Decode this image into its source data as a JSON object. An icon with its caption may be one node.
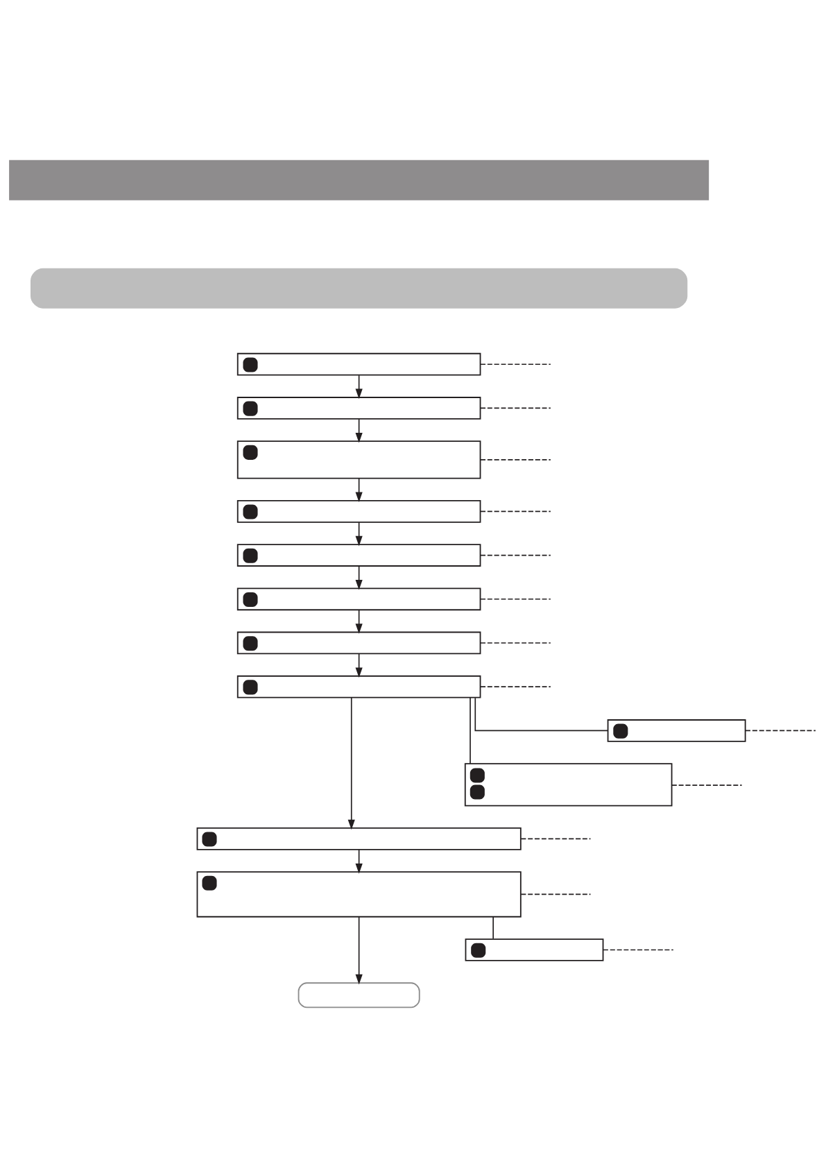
{
  "diagram": {
    "nodes": [
      {
        "text": [],
        "shape": "bar"
      },
      {
        "text": [],
        "shape": "bar"
      },
      {
        "text": [],
        "shape": "box"
      },
      {
        "text": [],
        "shape": "box"
      },
      {
        "text": [],
        "shape": "box"
      },
      {
        "text": [],
        "shape": "box"
      },
      {
        "text": [],
        "shape": "box"
      },
      {
        "text": [],
        "shape": "box"
      },
      {
        "text": [],
        "shape": "box"
      },
      {
        "text": [],
        "shape": "box"
      },
      {
        "text": [],
        "shape": "box"
      },
      {
        "text": [],
        "shape": "box"
      },
      {
        "text": [],
        "shape": "box"
      },
      {
        "text": [],
        "shape": "box"
      },
      {
        "text": [],
        "shape": "box"
      },
      {
        "text": [],
        "shape": "box"
      }
    ],
    "edges": [
      {
        "from": 2,
        "to": 3,
        "arrow": "to"
      },
      {
        "from": 3,
        "to": 4,
        "arrow": "to"
      },
      {
        "from": 4,
        "to": 5,
        "arrow": "to"
      },
      {
        "from": 5,
        "to": 6,
        "arrow": "to"
      },
      {
        "from": 6,
        "to": 7,
        "arrow": "to"
      },
      {
        "from": 7,
        "to": 8,
        "arrow": "to"
      },
      {
        "from": 8,
        "to": 9,
        "arrow": "to"
      },
      {
        "from": 9,
        "to": 12,
        "arrow": "to"
      },
      {
        "from": 9,
        "to": 11,
        "arrow": "none"
      },
      {
        "from": 9,
        "to": 10,
        "arrow": "none"
      },
      {
        "from": 12,
        "to": 13,
        "arrow": "to"
      },
      {
        "from": 13,
        "to": 15,
        "arrow": "to"
      },
      {
        "from": 13,
        "to": 14,
        "arrow": "none"
      },
      {
        "from": 2,
        "to": null,
        "arrow": "none",
        "style": "dashed"
      },
      {
        "from": 3,
        "to": null,
        "arrow": "none",
        "style": "dashed"
      },
      {
        "from": 4,
        "to": null,
        "arrow": "none",
        "style": "dashed"
      },
      {
        "from": 5,
        "to": null,
        "arrow": "none",
        "style": "dashed"
      },
      {
        "from": 6,
        "to": null,
        "arrow": "none",
        "style": "dashed"
      },
      {
        "from": 7,
        "to": null,
        "arrow": "none",
        "style": "dashed"
      },
      {
        "from": 8,
        "to": null,
        "arrow": "none",
        "style": "dashed"
      },
      {
        "from": 9,
        "to": null,
        "arrow": "none",
        "style": "dashed"
      },
      {
        "from": 10,
        "to": null,
        "arrow": "none",
        "style": "dashed"
      },
      {
        "from": 11,
        "to": null,
        "arrow": "none",
        "style": "dashed"
      },
      {
        "from": 12,
        "to": null,
        "arrow": "none",
        "style": "dashed"
      },
      {
        "from": 13,
        "to": null,
        "arrow": "none",
        "style": "dashed"
      },
      {
        "from": 14,
        "to": null,
        "arrow": "none",
        "style": "dashed"
      }
    ]
  }
}
